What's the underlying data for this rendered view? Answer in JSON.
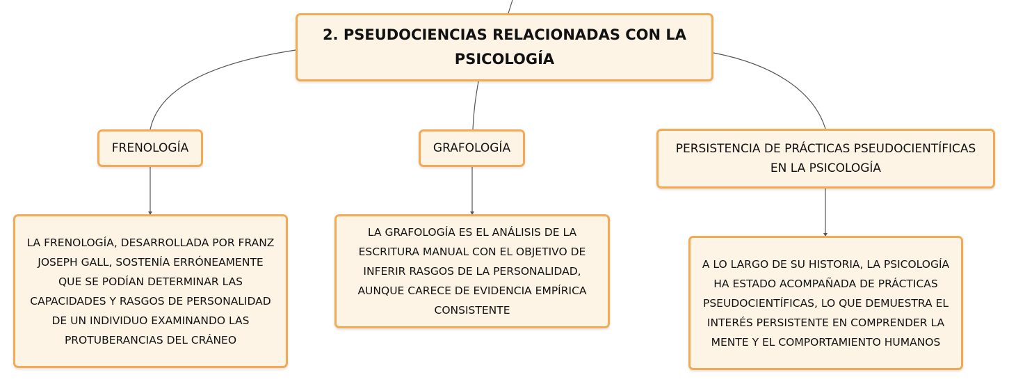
{
  "root": {
    "title_line1": "2. PSEUDOCIENCIAS RELACIONADAS CON LA",
    "title_line2": "PSICOLOGÍA"
  },
  "topics": [
    {
      "label": "FRENOLOGÍA",
      "detail": [
        "LA FRENOLOGÍA, DESARROLLADA POR FRANZ",
        "JOSEPH GALL, SOSTENÍA ERRÓNEAMENTE",
        "QUE SE PODÍAN DETERMINAR LAS",
        "CAPACIDADES Y RASGOS DE PERSONALIDAD",
        "DE UN INDIVIDUO EXAMINANDO LAS",
        "PROTUBERANCIAS DEL CRÁNEO"
      ]
    },
    {
      "label": "GRAFOLOGÍA",
      "detail": [
        "LA GRAFOLOGÍA ES EL ANÁLISIS DE LA",
        "ESCRITURA MANUAL CON EL OBJETIVO DE",
        "INFERIR RASGOS DE LA PERSONALIDAD,",
        "AUNQUE CARECE DE EVIDENCIA EMPÍRICA",
        "CONSISTENTE"
      ]
    },
    {
      "label_line1": "PERSISTENCIA DE PRÁCTICAS PSEUDOCIENTÍFICAS",
      "label_line2": "EN LA PSICOLOGÍA",
      "detail": [
        "A LO LARGO DE SU HISTORIA, LA PSICOLOGÍA",
        "HA ESTADO ACOMPAÑADA DE PRÁCTICAS",
        "PSEUDOCIENTÍFICAS, LO QUE DEMUESTRA EL",
        "INTERÉS PERSISTENTE EN COMPRENDER LA",
        "MENTE Y EL COMPORTAMIENTO HUMANOS"
      ]
    }
  ],
  "colors": {
    "node_fill": "#fef4e6",
    "node_border": "#f3aa52",
    "connector": "#555555"
  }
}
